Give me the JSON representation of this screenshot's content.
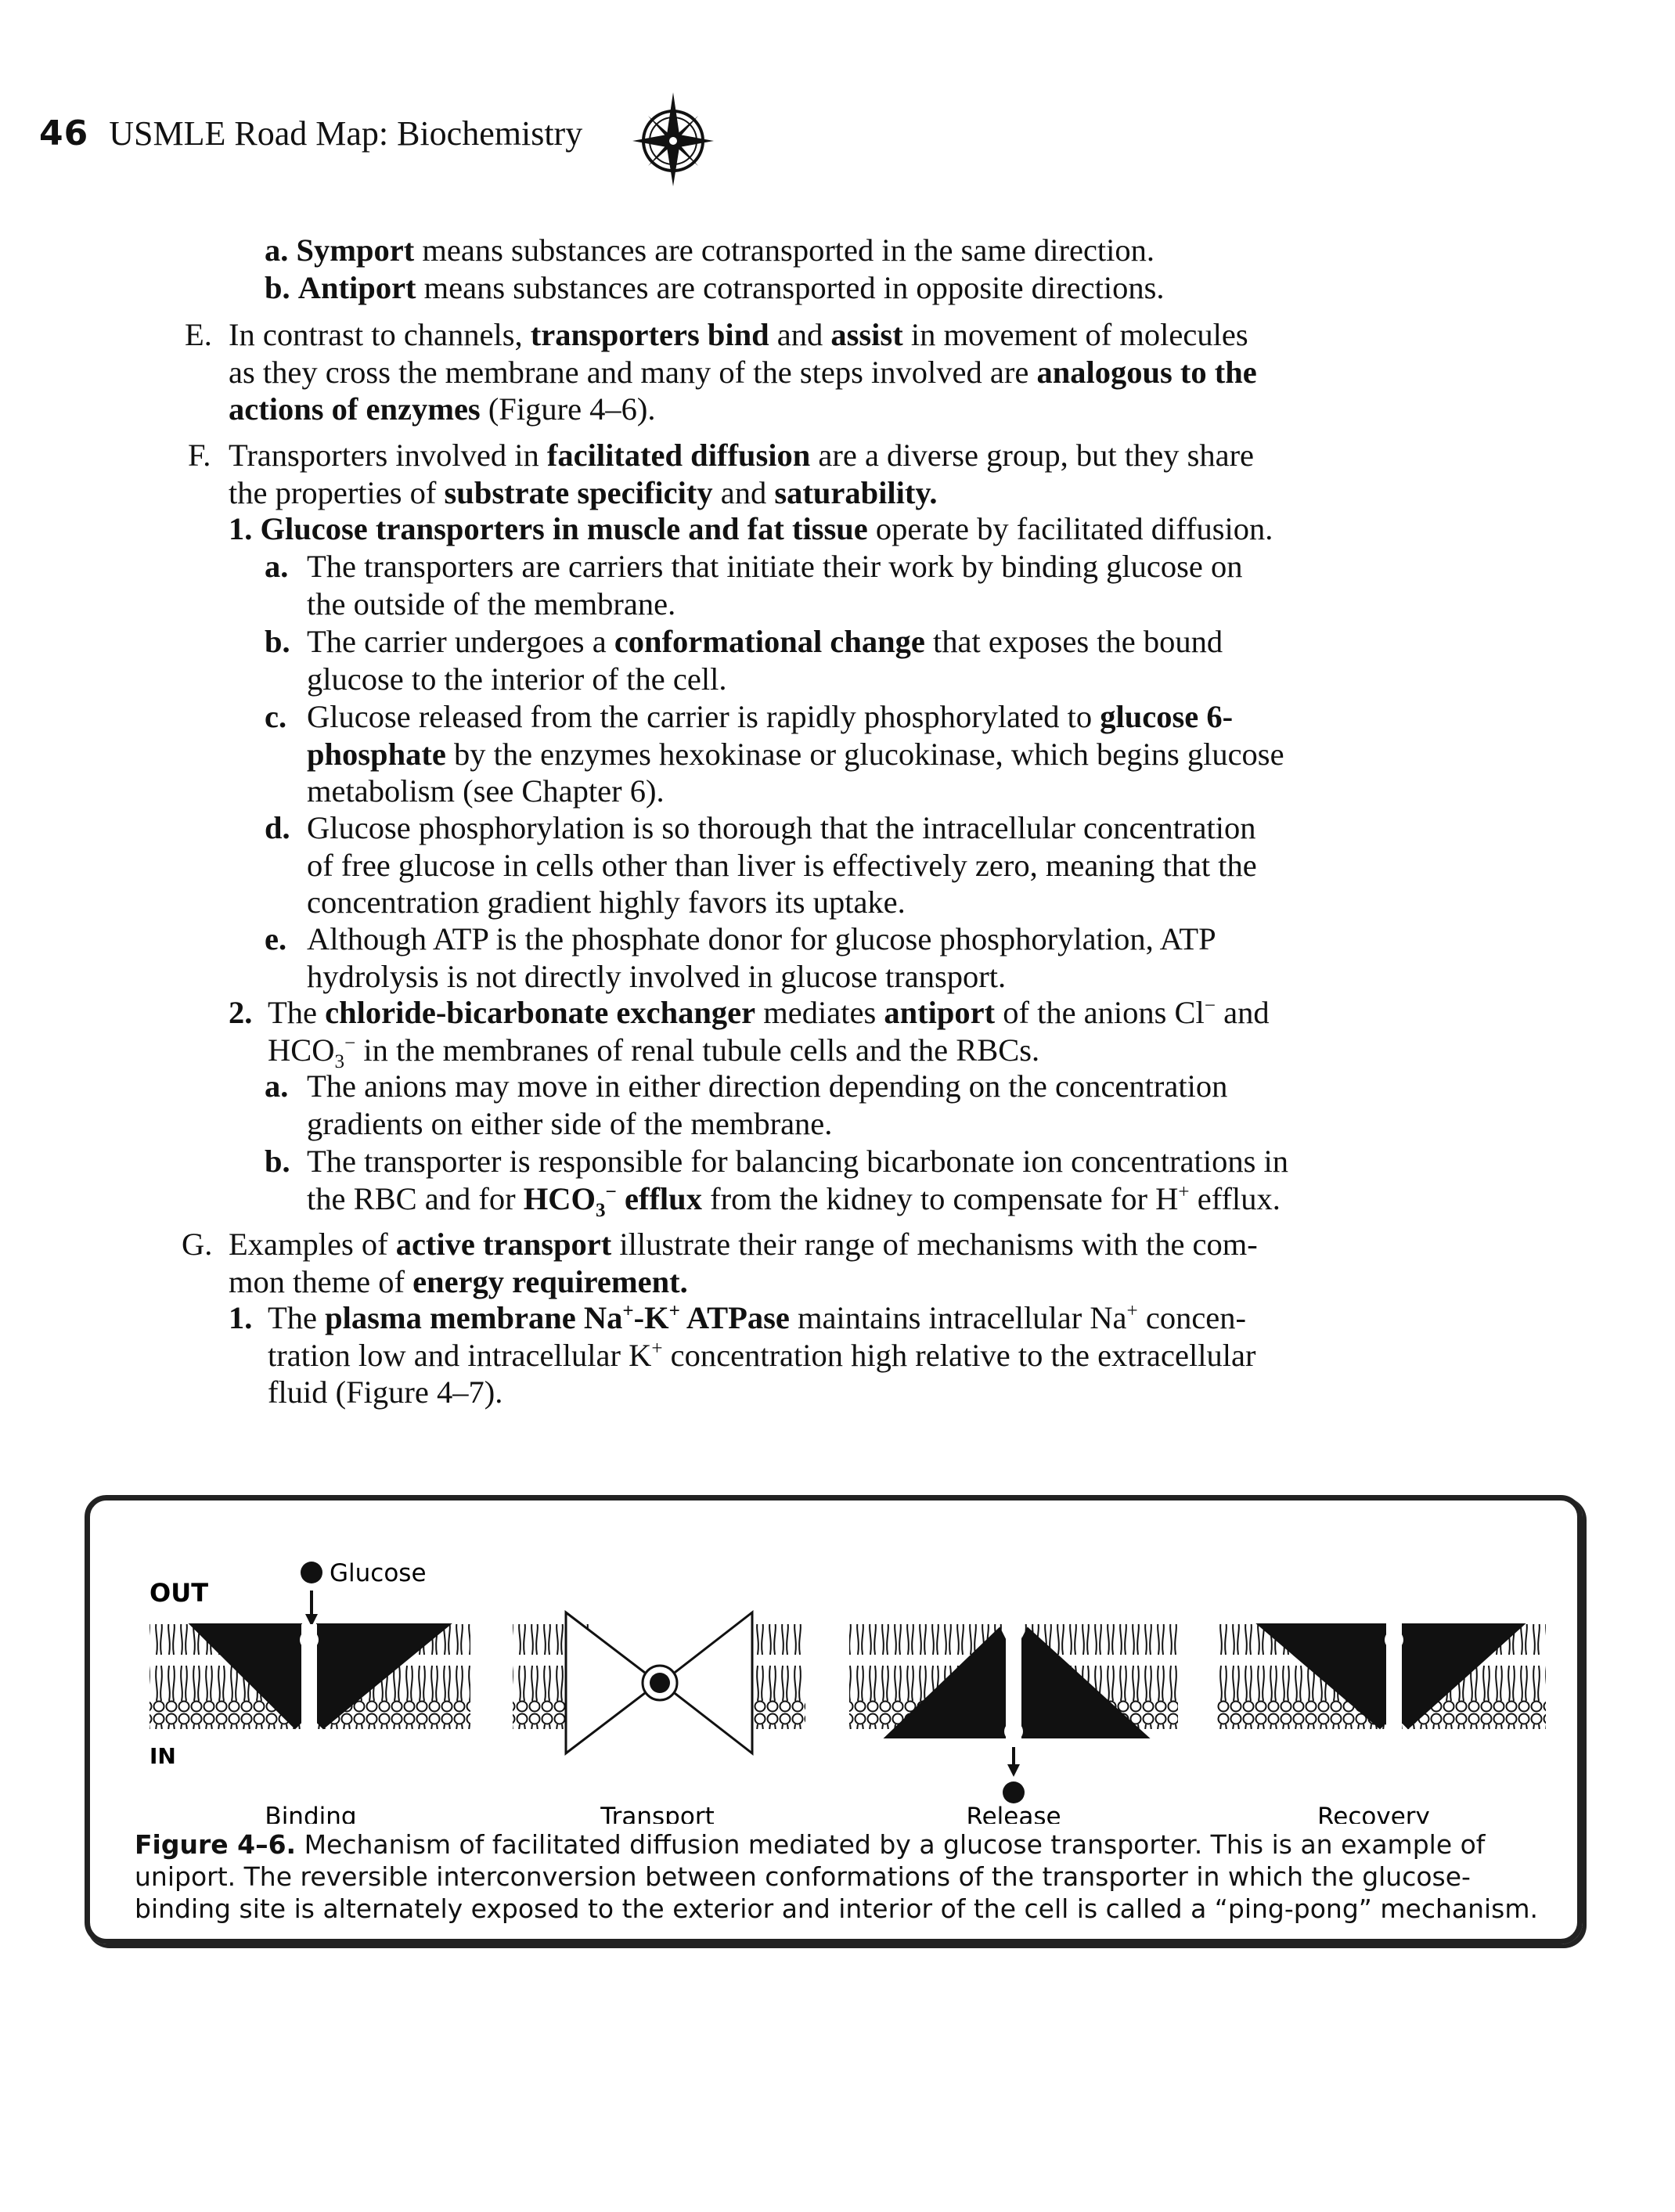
{
  "header": {
    "page_number": "46",
    "book_title": "USMLE Road Map: Biochemistry",
    "logo": "compass-rose-logo"
  },
  "text": {
    "a1": {
      "label": "a.",
      "term": "Symport",
      "rest": " means substances are cotransported in the same direction."
    },
    "b1": {
      "label": "b.",
      "term": "Antiport",
      "rest": " means substances are cotransported in opposite directions."
    },
    "E": {
      "label": "E.",
      "l1a": "In contrast to channels, ",
      "l1b": "transporters bind",
      "l1c": " and ",
      "l1d": "assist",
      "l1e": " in movement of molecules",
      "l2a": "as they cross the membrane and many of the steps involved are ",
      "l2b": "analogous to the",
      "l3a": "actions of enzymes",
      "l3b": " (Figure 4–6)."
    },
    "F": {
      "label": "F.",
      "l1a": "Transporters involved in ",
      "l1b": "facilitated diffusion",
      "l1c": " are a diverse group, but they share",
      "l2a": "the properties of ",
      "l2b": "substrate specificity",
      "l2c": " and ",
      "l2d": "saturability."
    },
    "F1": {
      "label": "1.",
      "term": "Glucose transporters in muscle and fat tissue",
      "rest": " operate by facilitated diffusion."
    },
    "F1a": {
      "label": "a.",
      "l1": "The transporters are carriers that initiate their work by binding glucose on",
      "l2": "the outside of the membrane."
    },
    "F1b": {
      "label": "b.",
      "l1a": "The carrier undergoes a ",
      "l1b": "conformational change",
      "l1c": " that exposes the bound",
      "l2": "glucose to the interior of the cell."
    },
    "F1c": {
      "label": "c.",
      "l1a": "Glucose released from the carrier is rapidly phosphorylated to ",
      "l1b": "glucose 6-",
      "l2a": "phosphate",
      "l2b": " by the enzymes hexokinase or glucokinase, which begins glucose",
      "l3": "metabolism (see Chapter 6)."
    },
    "F1d": {
      "label": "d.",
      "l1": "Glucose phosphorylation is so thorough that the intracellular concentration",
      "l2": "of free glucose in cells other than liver is effectively zero, meaning that the",
      "l3": "concentration gradient highly favors its uptake."
    },
    "F1e": {
      "label": "e.",
      "l1": "Although ATP is the phosphate donor for glucose phosphorylation, ATP",
      "l2": "hydrolysis is not directly involved in glucose transport."
    },
    "F2": {
      "label": "2.",
      "l1a": "The ",
      "l1b": "chloride-bicarbonate exchanger",
      "l1c": " mediates ",
      "l1d": "antiport",
      "l1e": " of the anions Cl",
      "l1f": "−",
      "l1g": " and",
      "l2a": "HCO",
      "l2b": "3",
      "l2c": "−",
      "l2d": " in the membranes of renal tubule cells and the RBCs."
    },
    "F2a": {
      "label": "a.",
      "l1": "The anions may move in either direction depending on the concentration",
      "l2": "gradients on either side of the membrane."
    },
    "F2b": {
      "label": "b.",
      "l1": "The transporter is responsible for balancing bicarbonate ion concentrations in",
      "l2a": "the RBC and for ",
      "l2b": "HCO",
      "l2c": "3",
      "l2d": "−",
      "l2e": " efflux",
      "l2f": " from the kidney to compensate for H",
      "l2g": "+",
      "l2h": " efflux."
    },
    "G": {
      "label": "G.",
      "l1a": "Examples of ",
      "l1b": "active transport",
      "l1c": " illustrate their range of mechanisms with the com-",
      "l2a": "mon theme of ",
      "l2b": "energy requirement."
    },
    "G1": {
      "label": "1.",
      "l1a": "The ",
      "l1b": "plasma membrane Na",
      "l1c": "+",
      "l1d": "-K",
      "l1e": "+",
      "l1f": " ATPase",
      "l1g": " maintains intracellular Na",
      "l1h": "+",
      "l1i": " concen-",
      "l2a": "tration low and intracellular K",
      "l2b": "+",
      "l2c": " concentration high relative to the extracellular",
      "l3": "fluid (Figure 4–7)."
    }
  },
  "figure": {
    "out_label": "OUT",
    "in_label": "IN",
    "glucose_label": "Glucose",
    "steps": [
      "Binding",
      "Transport",
      "Release",
      "Recovery"
    ],
    "caption_title": "Figure 4–6.",
    "caption_l1": " Mechanism of facilitated diffusion mediated by a glucose transporter. This is an example of",
    "caption_l2": "uniport. The reversible interconversion between conformations of the transporter in which the glucose-",
    "caption_l3": "binding site is alternately exposed to the exterior and interior of the cell is called a “ping-pong” mechanism."
  }
}
